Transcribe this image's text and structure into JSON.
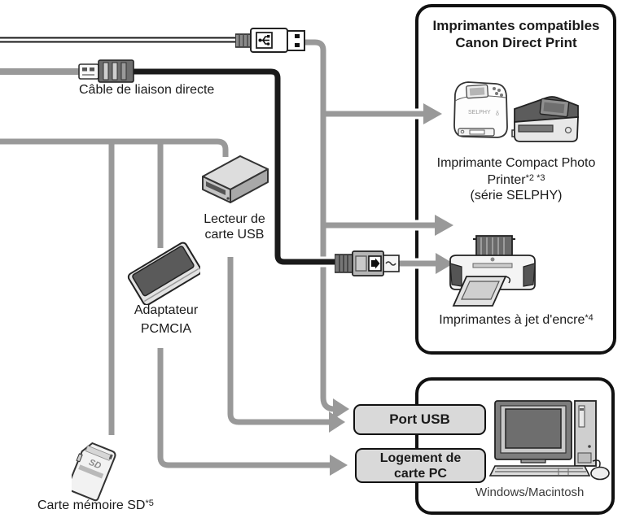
{
  "colors": {
    "line_gray": "#999999",
    "cable_black": "#1a1a1a",
    "box_border": "#111111",
    "button_fill": "#d9d9d9",
    "os_label_color": "#3b3b3b"
  },
  "cables": {
    "direct_cable_label": "Câble de liaison directe"
  },
  "devices": {
    "card_reader": {
      "line1": "Lecteur de",
      "line2": "carte USB"
    },
    "pcmcia_adapter": {
      "line1": "Adaptateur",
      "line2": "PCMCIA"
    },
    "sd_card": {
      "label": "Carte mémoire SD",
      "footnote": "*5",
      "logo": "SD"
    },
    "selphy_device_text": "SELPHY"
  },
  "printer_box": {
    "title_line1": "Imprimantes compatibles",
    "title_line2": "Canon Direct Print",
    "compact_caption_line1": "Imprimante Compact Photo",
    "compact_caption_line2": "Printer",
    "compact_caption_line2_footnote": "*2 *3",
    "compact_caption_line3": "(série SELPHY)",
    "inkjet_caption": "Imprimantes à jet d'encre",
    "inkjet_caption_footnote": "*4"
  },
  "computer_box": {
    "port_usb_label": "Port USB",
    "pc_card_slot_line1": "Logement de",
    "pc_card_slot_line2": "carte PC",
    "os_label": "Windows/Macintosh"
  }
}
